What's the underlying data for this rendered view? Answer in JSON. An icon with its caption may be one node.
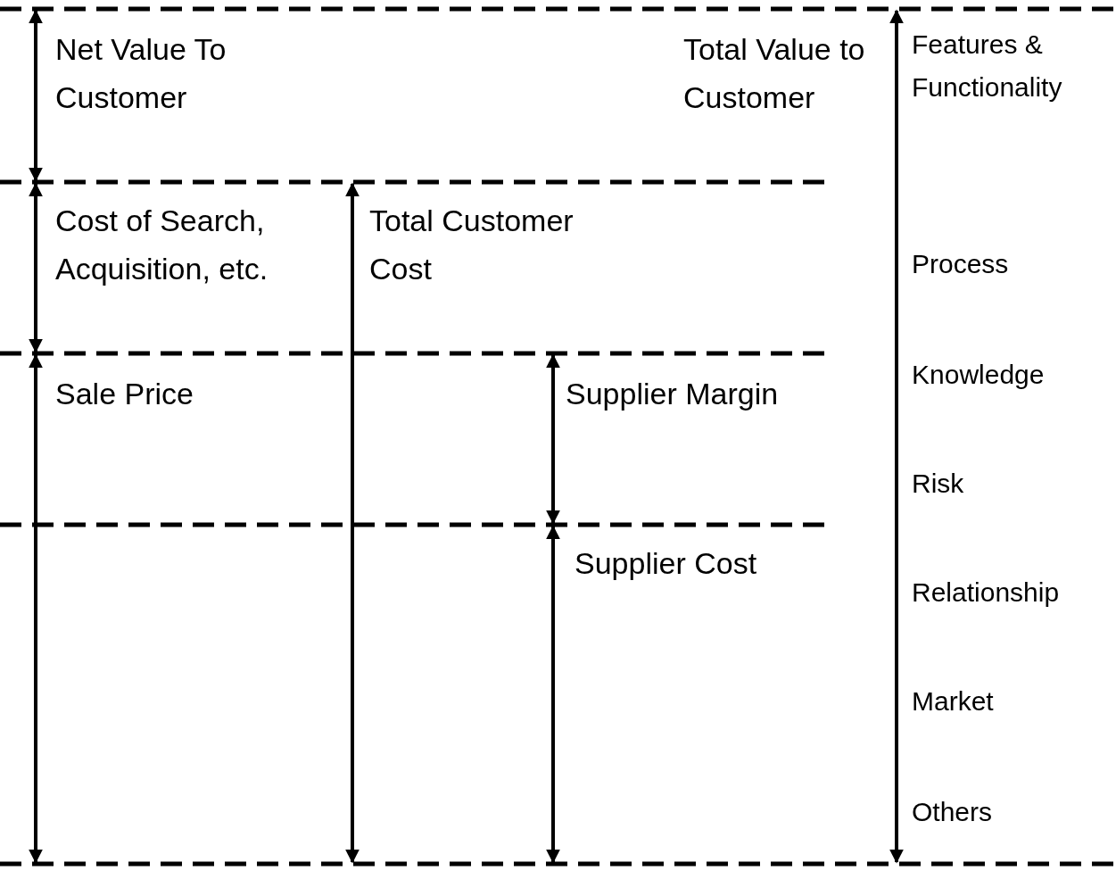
{
  "diagram": {
    "labels": [
      "Net Value To Customer",
      "Total Value to Customer",
      "Features & Functionality",
      "Cost of Search, Acquisition, etc.",
      "Total Customer Cost",
      "Process",
      "Sale Price",
      "Supplier Margin",
      "Knowledge",
      "Risk",
      "Supplier Cost",
      "Relationship",
      "Market",
      "Others"
    ]
  }
}
